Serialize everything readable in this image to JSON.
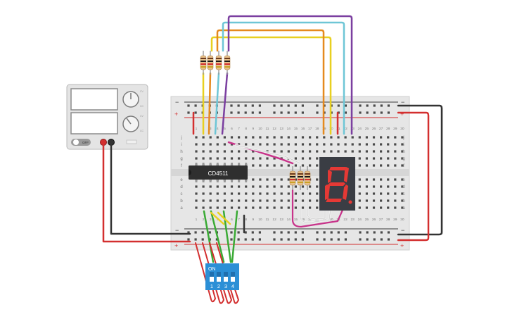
{
  "power_supply": {
    "off_label": "OFF",
    "knob1_labels": [
      "CV",
      "CC"
    ],
    "knob2_labels": [
      "CV",
      "CC"
    ]
  },
  "breadboard": {
    "column_numbers": [
      "1",
      "2",
      "3",
      "4",
      "5",
      "6",
      "7",
      "8",
      "9",
      "10",
      "11",
      "12",
      "13",
      "14",
      "15",
      "16",
      "17",
      "18",
      "19",
      "20",
      "21",
      "22",
      "23",
      "24",
      "25",
      "26",
      "27",
      "28",
      "29",
      "30"
    ],
    "row_letters_top": [
      "j",
      "i",
      "h",
      "g",
      "f"
    ],
    "row_letters_bottom": [
      "e",
      "d",
      "c",
      "b",
      "a"
    ],
    "plus": "+",
    "minus": "−"
  },
  "ic": {
    "label": "CD4511"
  },
  "dip_switch": {
    "on_label": "ON",
    "numbers": [
      "1",
      "2",
      "3",
      "4"
    ]
  },
  "seven_segment": {
    "digit": "8"
  },
  "colors": {
    "wire_red": "#d32f2f",
    "wire_black": "#333333",
    "wire_yellow": "#e8d020",
    "wire_orange": "#e58a1e",
    "wire_cyan": "#6ec6d6",
    "wire_purple": "#7b3fa0",
    "wire_green": "#3aaa35",
    "wire_magenta": "#c8338a",
    "wire_white": "#ececec",
    "dip_blue": "#2b8fd6",
    "segment_red": "#e53935",
    "display_body": "#3a3d44"
  }
}
